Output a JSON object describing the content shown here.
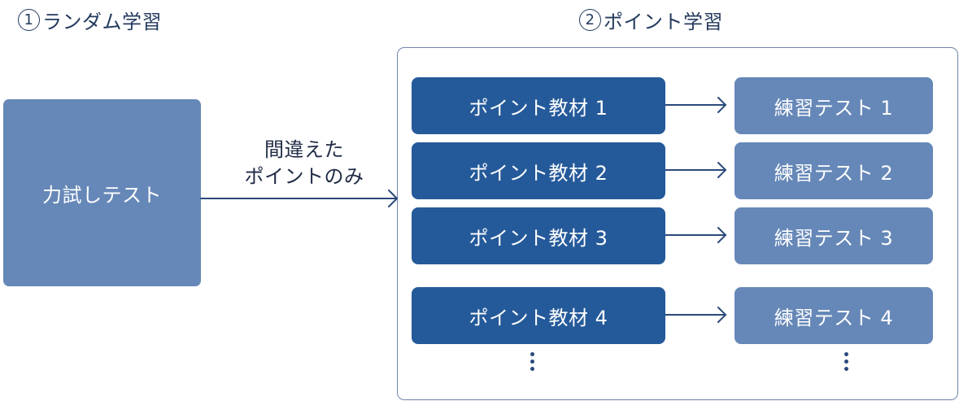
{
  "headings": {
    "random": {
      "number": "1",
      "label": "ランダム学習"
    },
    "point": {
      "number": "2",
      "label": "ポイント学習"
    }
  },
  "trial_test": {
    "label": "力試しテスト"
  },
  "arrow_label": {
    "line1": "間違えた",
    "line2": "ポイントのみ"
  },
  "materials": [
    {
      "label": "ポイント教材 1"
    },
    {
      "label": "ポイント教材 2"
    },
    {
      "label": "ポイント教材 3"
    },
    {
      "label": "ポイント教材 4"
    }
  ],
  "practice_tests": [
    {
      "label": "練習テスト 1"
    },
    {
      "label": "練習テスト 2"
    },
    {
      "label": "練習テスト 3"
    },
    {
      "label": "練習テスト 4"
    }
  ],
  "colors": {
    "material": "#255a9a",
    "practice": "#6688b8",
    "trial": "#6688b8",
    "arrow": "#2a4a7a",
    "frame": "#6f86aa"
  }
}
